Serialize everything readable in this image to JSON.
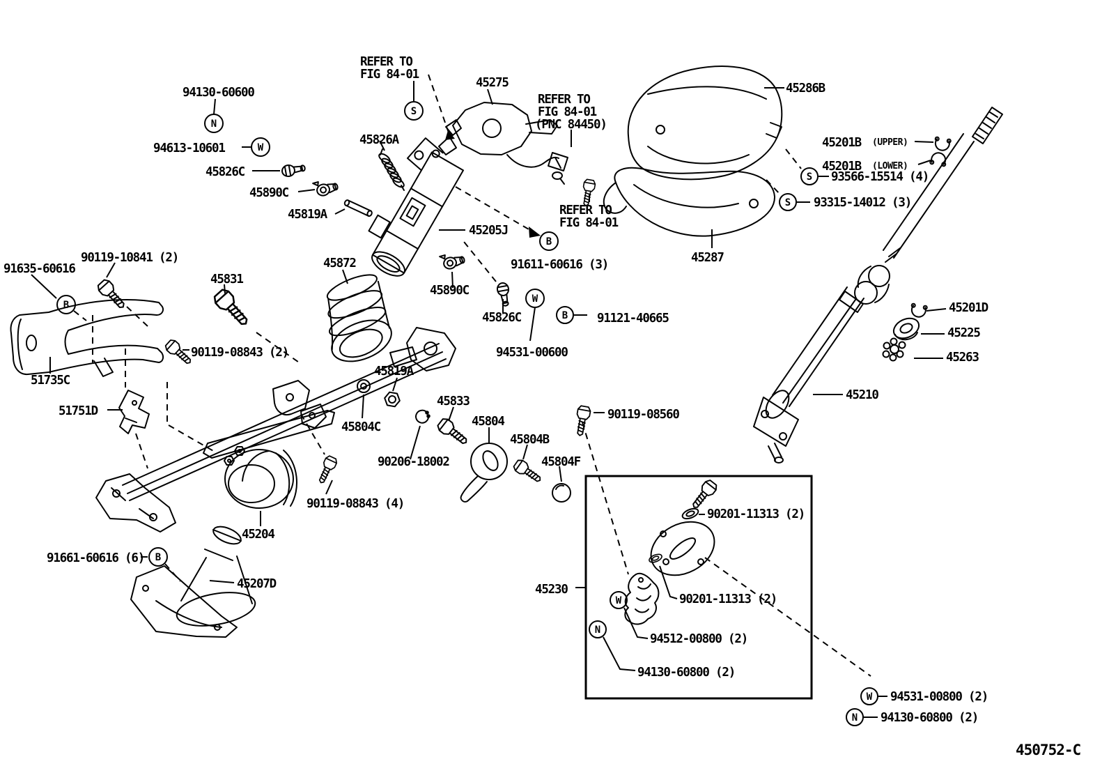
{
  "figure": {
    "code": "450752-C"
  },
  "symbols": {
    "n": "N",
    "w": "W",
    "s": "S",
    "b": "B"
  },
  "notes": {
    "refer_line1": "REFER TO",
    "refer_line2": "FIG 84-01",
    "refer_pnc": "(PNC 84450)"
  },
  "parts": {
    "p94130_60600": "94130-60600",
    "p94613_10601": "94613-10601",
    "p45826C": "45826C",
    "p45890C": "45890C",
    "p45819A": "45819A",
    "p45826A": "45826A",
    "p45275": "45275",
    "p45286B": "45286B",
    "p45201B": "45201B",
    "upper": "(UPPER)",
    "lower": "(LOWER)",
    "p93566_15514": "93566-15514 (4)",
    "p93315_14012": "93315-14012 (3)",
    "p45287": "45287",
    "p45205J": "45205J",
    "p91611_60616": "91611-60616 (3)",
    "p91121_40665": "91121-40665",
    "p94531_00600": "94531-00600",
    "p90119_10841": "90119-10841 (2)",
    "p91635_60616": "91635-60616",
    "p45831": "45831",
    "p45872": "45872",
    "p90119_08843_2": "90119-08843 (2)",
    "p90119_08843_4": "90119-08843 (4)",
    "p51735C": "51735C",
    "p51751D": "51751D",
    "p45201D": "45201D",
    "p45225": "45225",
    "p45263": "45263",
    "p45210": "45210",
    "p45804C": "45804C",
    "p45833": "45833",
    "p45804": "45804",
    "p90206_18002": "90206-18002",
    "p45804B": "45804B",
    "p45804F": "45804F",
    "p90119_08560": "90119-08560",
    "p45204": "45204",
    "p91661_60616": "91661-60616 (6)",
    "p45207D": "45207D",
    "p45230": "45230",
    "p90201_11313": "90201-11313 (2)",
    "p94512_00800": "94512-00800 (2)",
    "p94130_60800": "94130-60800 (2)",
    "p94531_00800": "94531-00800 (2)"
  }
}
